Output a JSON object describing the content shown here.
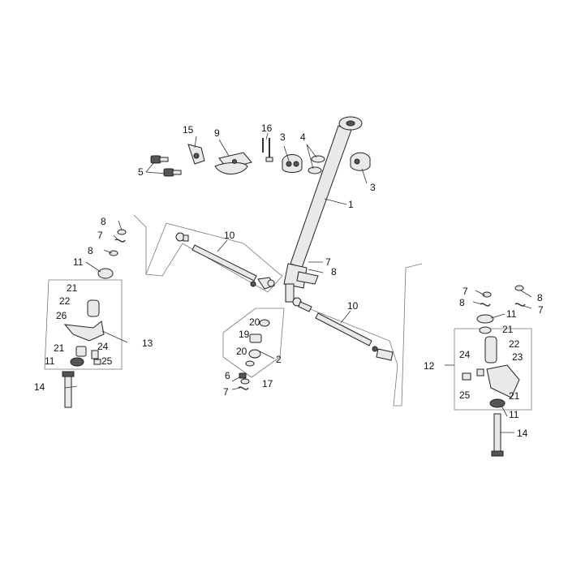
{
  "callouts": {
    "c1": "1",
    "c2": "2",
    "c3a": "3",
    "c3b": "3",
    "c4": "4",
    "c5": "5",
    "c6": "6",
    "c7a": "7",
    "c7b": "7",
    "c7c": "7",
    "c7d": "7",
    "c7e": "7",
    "c8a": "8",
    "c8b": "8",
    "c8c": "8",
    "c8d": "8",
    "c8e": "8",
    "c9": "9",
    "c10a": "10",
    "c10b": "10",
    "c11a": "11",
    "c11b": "11",
    "c11c": "11",
    "c11d": "11",
    "c12": "12",
    "c13": "13",
    "c14a": "14",
    "c14b": "14",
    "c15": "15",
    "c16": "16",
    "c17": "17",
    "c19": "19",
    "c20a": "20",
    "c20b": "20",
    "c21a": "21",
    "c21b": "21",
    "c21c": "21",
    "c21d": "21",
    "c22a": "22",
    "c22b": "22",
    "c23": "23",
    "c24a": "24",
    "c24b": "24",
    "c25a": "25",
    "c25b": "25",
    "c26": "26"
  }
}
